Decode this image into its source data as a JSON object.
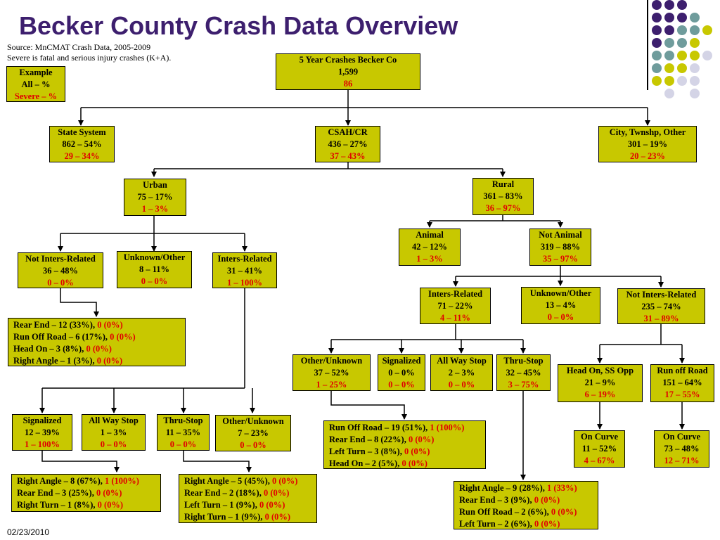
{
  "title": "Becker County Crash Data Overview",
  "source_line1": "Source: MnCMAT Crash Data, 2005-2009",
  "source_line2": "Severe is fatal and serious injury crashes (K+A).",
  "date": "02/23/2010",
  "colors": {
    "box_fill": "#c8c800",
    "severe_text": "#e00000",
    "title": "#3d1f6e",
    "dot_purple": "#3d1f6e",
    "dot_teal": "#6f9c9c",
    "dot_yellow": "#c8c800",
    "dot_lavender": "#d4d4e6"
  },
  "example": {
    "l1": "Example",
    "l2": "All – %",
    "l3": "Severe – %"
  },
  "root": {
    "l1": "5 Year Crashes Becker Co",
    "l2": "1,599",
    "l3": "86"
  },
  "state": {
    "l1": "State System",
    "l2": "862 – 54%",
    "l3": "29 – 34%"
  },
  "csah": {
    "l1": "CSAH/CR",
    "l2": "436 – 27%",
    "l3": "37 – 43%"
  },
  "city": {
    "l1": "City, Twnshp, Other",
    "l2": "301 – 19%",
    "l3": "20 – 23%"
  },
  "urban": {
    "l1": "Urban",
    "l2": "75 – 17%",
    "l3": "1 – 3%"
  },
  "rural": {
    "l1": "Rural",
    "l2": "361 – 83%",
    "l3": "36 – 97%"
  },
  "u_notinters": {
    "l1": "Not Inters-Related",
    "l2": "36 – 48%",
    "l3": "0 – 0%"
  },
  "u_unknown": {
    "l1": "Unknown/Other",
    "l2": "8 – 11%",
    "l3": "0 – 0%"
  },
  "u_inters": {
    "l1": "Inters-Related",
    "l2": "31 – 41%",
    "l3": "1 – 100%"
  },
  "u_notinters_det": [
    {
      "text": "Rear End – 12 (33%), ",
      "sev": "0 (0%)"
    },
    {
      "text": "Run Off Road – 6 (17%), ",
      "sev": "0 (0%)"
    },
    {
      "text": "Head On – 3 (8%), ",
      "sev": "0 (0%)"
    },
    {
      "text": "Right Angle – 1 (3%), ",
      "sev": "0 (0%)"
    }
  ],
  "u_signal": {
    "l1": "Signalized",
    "l2": "12 – 39%",
    "l3": "1 – 100%"
  },
  "u_allway": {
    "l1": "All Way Stop",
    "l2": "1 – 3%",
    "l3": "0 – 0%"
  },
  "u_thru": {
    "l1": "Thru-Stop",
    "l2": "11 – 35%",
    "l3": "0 – 0%"
  },
  "u_other": {
    "l1": "Other/Unknown",
    "l2": "7 – 23%",
    "l3": "0 – 0%"
  },
  "u_signal_det": [
    {
      "text": "Right Angle – 8 (67%), ",
      "sev": "1 (100%)"
    },
    {
      "text": "Rear End – 3 (25%), ",
      "sev": "0 (0%)"
    },
    {
      "text": "Right Turn – 1 (8%), ",
      "sev": "0 (0%)"
    }
  ],
  "u_thru_det": [
    {
      "text": "Right Angle – 5 (45%), ",
      "sev": "0 (0%)"
    },
    {
      "text": "Rear End – 2 (18%), ",
      "sev": "0 (0%)"
    },
    {
      "text": "Left Turn – 1 (9%), ",
      "sev": "0 (0%)"
    },
    {
      "text": "Right Turn – 1 (9%), ",
      "sev": "0 (0%)"
    }
  ],
  "animal": {
    "l1": "Animal",
    "l2": "42 – 12%",
    "l3": "1 – 3%"
  },
  "notanimal": {
    "l1": "Not Animal",
    "l2": "319 – 88%",
    "l3": "35 – 97%"
  },
  "r_inters": {
    "l1": "Inters-Related",
    "l2": "71 – 22%",
    "l3": "4 – 11%"
  },
  "r_unknown": {
    "l1": "Unknown/Other",
    "l2": "13 – 4%",
    "l3": "0 – 0%"
  },
  "r_notinters": {
    "l1": "Not Inters-Related",
    "l2": "235 – 74%",
    "l3": "31 – 89%"
  },
  "r_other": {
    "l1": "Other/Unknown",
    "l2": "37 – 52%",
    "l3": "1 – 25%"
  },
  "r_signal": {
    "l1": "Signalized",
    "l2": "0 – 0%",
    "l3": "0 – 0%"
  },
  "r_allway": {
    "l1": "All Way Stop",
    "l2": "2 – 3%",
    "l3": "0 – 0%"
  },
  "r_thru": {
    "l1": "Thru-Stop",
    "l2": "32 – 45%",
    "l3": "3 – 75%"
  },
  "r_other_det": [
    {
      "text": "Run Off Road – 19 (51%), ",
      "sev": "1 (100%)"
    },
    {
      "text": "Rear End – 8 (22%), ",
      "sev": "0 (0%)"
    },
    {
      "text": "Left Turn – 3 (8%), ",
      "sev": "0 (0%)"
    },
    {
      "text": "Head On – 2 (5%), ",
      "sev": "0 (0%)"
    }
  ],
  "r_thru_det": [
    {
      "text": "Right Angle – 9 (28%), ",
      "sev": "1 (33%)"
    },
    {
      "text": "Rear End – 3 (9%), ",
      "sev": "0 (0%)"
    },
    {
      "text": "Run Off Road – 2 (6%), ",
      "sev": "0 (0%)"
    },
    {
      "text": "Left Turn – 2 (6%), ",
      "sev": "0 (0%)"
    }
  ],
  "headon": {
    "l1": "Head On, SS Opp",
    "l2": "21 – 9%",
    "l3": "6 – 19%"
  },
  "runoff": {
    "l1": "Run off Road",
    "l2": "151 – 64%",
    "l3": "17 – 55%"
  },
  "headon_curve": {
    "l1": "On Curve",
    "l2": "11 – 52%",
    "l3": "4 – 67%"
  },
  "runoff_curve": {
    "l1": "On Curve",
    "l2": "73 – 48%",
    "l3": "12 – 71%"
  }
}
